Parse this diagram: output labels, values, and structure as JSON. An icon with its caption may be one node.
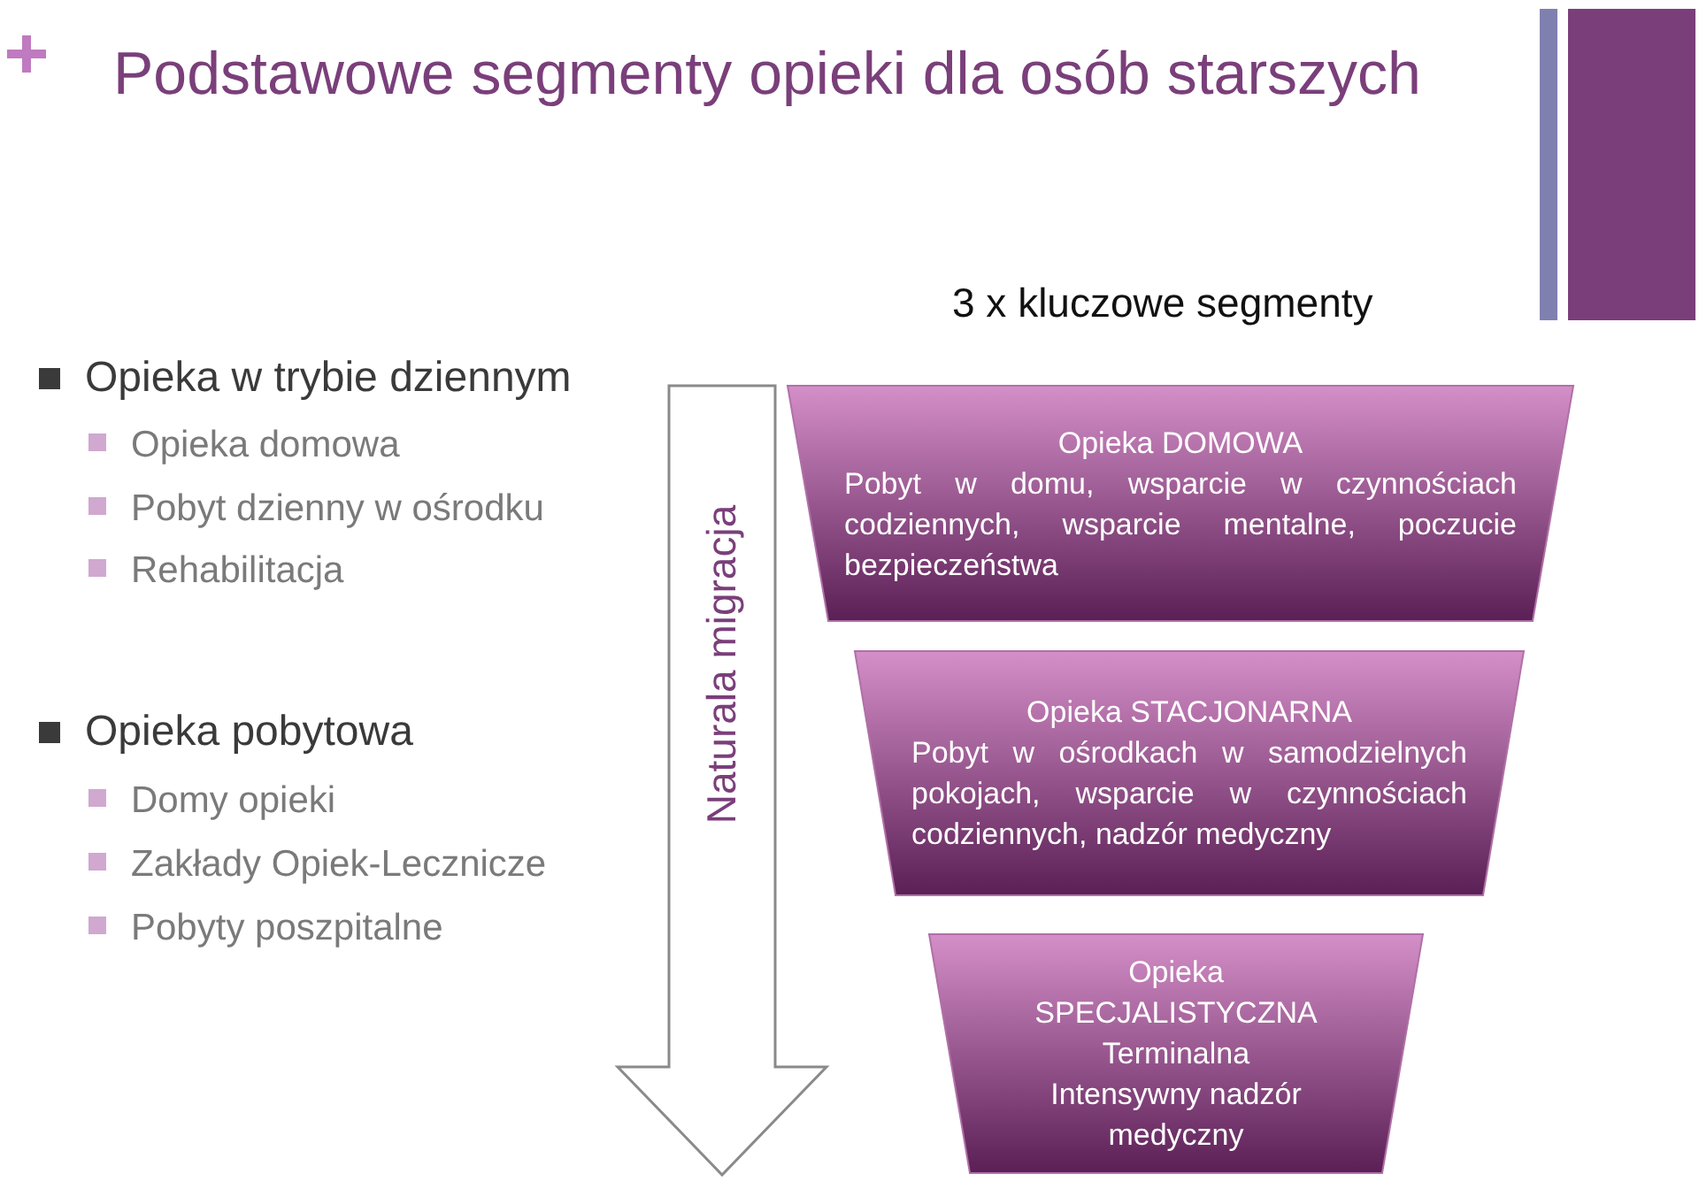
{
  "diagram": {
    "title": "Podstawowe segmenty opieki dla osób starszych",
    "nodes": [
      {
        "text": [
          "Naturala migracja"
        ]
      },
      {
        "text": [
          "Opieka DOMOWA",
          "Pobyt w domu, wsparcie w czynnościach codziennych, wsparcie mentalne, poczucie bezpieczeństwa"
        ]
      },
      {
        "text": [
          "Opieka STACJONARNA",
          "Pobyt w ośrodkach w samodzielnych pokojach, wsparcie w czynnościach codziennych, nadzór medyczny"
        ]
      },
      {
        "text": [
          "Opieka SPECJALISTYCZNA",
          "Terminalna",
          "Intensywny nadzór medyczny"
        ]
      }
    ],
    "labels": [
      "Opieka w trybie dziennym",
      "Opieka domowa",
      "Pobyt dzienny w ośrodku",
      "Rehabilitacja",
      "Opieka pobytowa",
      "Domy opieki",
      "Zakłady Opiek-Lecznicze",
      "Pobyty poszpitalne",
      "3 x kluczowe segmenty"
    ]
  }
}
